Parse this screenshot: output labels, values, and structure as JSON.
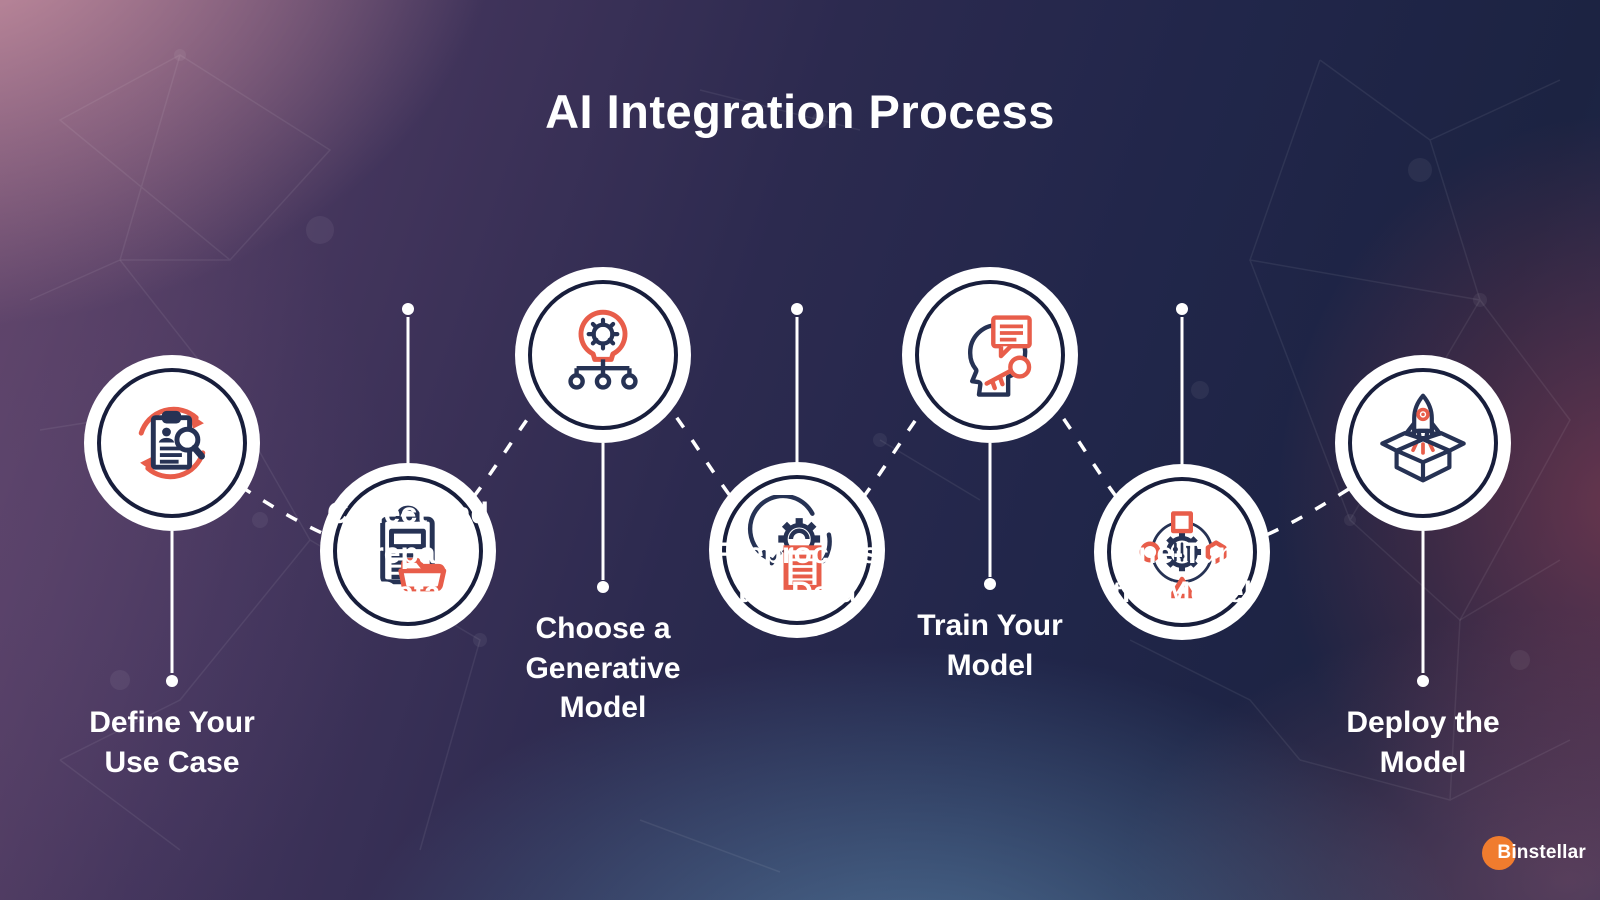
{
  "title": "AI Integration Process",
  "colors": {
    "background_navy": "#1c2342",
    "background_pink": "#d59baa",
    "background_steel_blue": "#5880a4",
    "background_maroon": "#9e4050",
    "circle_fill": "#ffffff",
    "ring_navy": "#181e3c",
    "icon_navy": "#263254",
    "icon_coral": "#e85d4a",
    "label_white": "#ffffff",
    "logo_orange": "#f07c2e"
  },
  "steps": [
    {
      "label": "Define Your\nUse Case",
      "icon": "clipboard-search-icon"
    },
    {
      "label": "Collect and\nPrepare\nData",
      "icon": "clipboard-folder-icon"
    },
    {
      "label": "Choose a\nGenerative\nModel",
      "icon": "bulb-gear-hierarchy-icon"
    },
    {
      "label": "Preprocess\nthe Data",
      "icon": "gear-document-icon"
    },
    {
      "label": "Train Your\nModel",
      "icon": "head-chat-key-icon"
    },
    {
      "label": "Fine-Tune\nthe Model",
      "icon": "gear-tuning-shapes-icon"
    },
    {
      "label": "Deploy the\nModel",
      "icon": "rocket-box-icon"
    }
  ],
  "logo": {
    "text": "Binstellar"
  }
}
